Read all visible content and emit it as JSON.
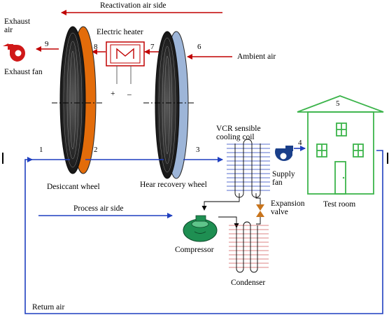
{
  "labels": {
    "reactivation_side": "Reactivation air side",
    "exhaust_air": "Exhaust\nair",
    "exhaust_fan": "Exhaust fan",
    "electric_heater": "Electric heater",
    "ambient_air": "Ambient air",
    "desiccant_wheel": "Desiccant wheel",
    "heat_recovery_wheel": "Hear recovery wheel",
    "vcr_coil": "VCR sensible\ncooling coil",
    "supply_fan": "Supply\nfan",
    "expansion_valve": "Expansion\nvalve",
    "test_room": "Test room",
    "process_side": "Process air side",
    "compressor": "Compressor",
    "condenser": "Condenser",
    "return_air": "Return air",
    "plus": "+",
    "minus": "–"
  },
  "state_points": [
    "1",
    "2",
    "3",
    "4",
    "5",
    "6",
    "7",
    "8",
    "9"
  ],
  "colors": {
    "reactivation": "#c00000",
    "process": "#1f3fbf",
    "desiccant": "#e36c0a",
    "recovery": "#9db5d8",
    "house": "#3cb44b",
    "compressor": "#1e8f52",
    "valve": "#c8741c",
    "condenser": "#d05a5a"
  }
}
